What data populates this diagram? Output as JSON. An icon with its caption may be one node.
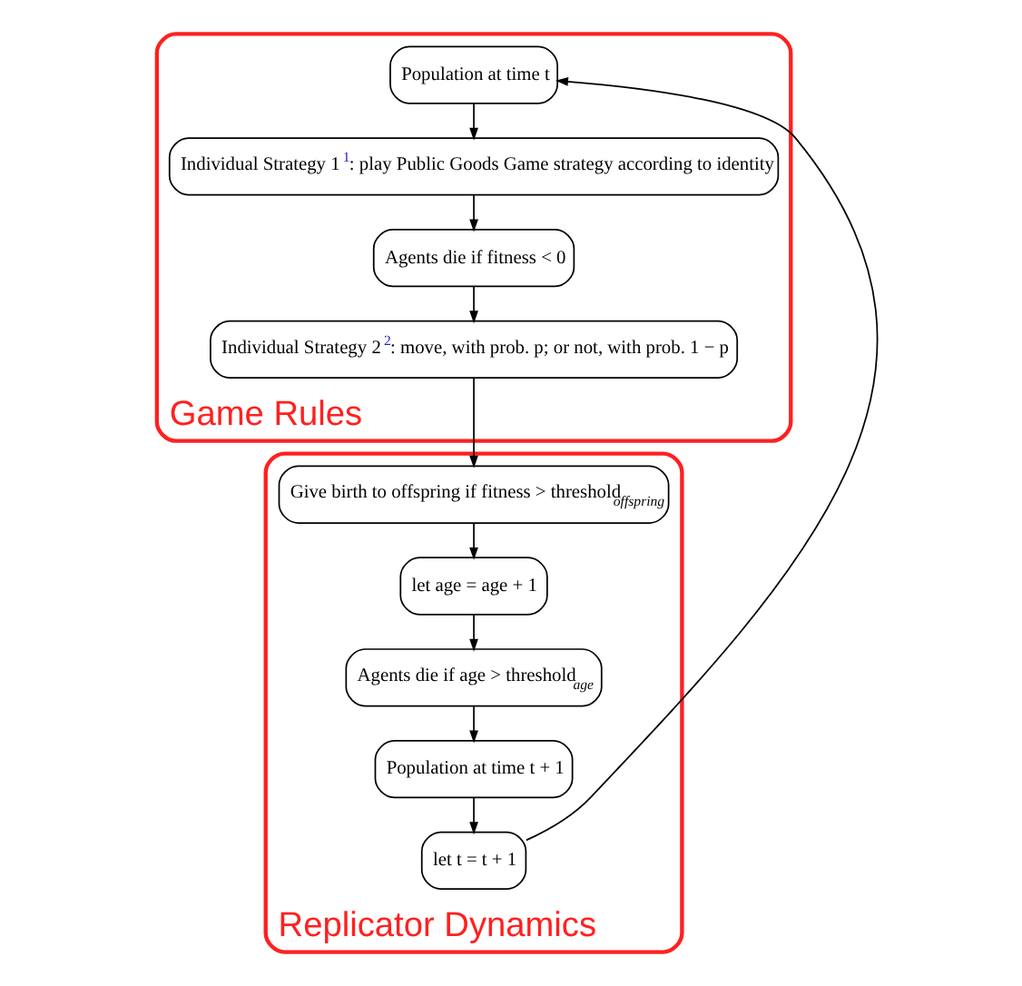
{
  "diagram": {
    "nodes": [
      {
        "text": [
          "Game Rules"
        ]
      },
      {
        "text": [
          "Population at time t"
        ],
        "in": 0
      },
      {
        "text": [
          "Individual Strategy 1 $^{1}$: play Public Goods Game strategy according to identity"
        ],
        "in": 0
      },
      {
        "text": [
          "Agents die if fitness < 0"
        ],
        "in": 0
      },
      {
        "text": [
          "Individual Strategy 2 $^{2}$: move, with prob. p; or not, with prob. 1 − p"
        ],
        "in": 0
      },
      {
        "text": [
          "Replicator Dynamics"
        ]
      },
      {
        "text": [
          "Give birth to offspring if fitness > threshold$_{offspring}$"
        ],
        "in": 5
      },
      {
        "text": [
          "let age = age + 1"
        ],
        "in": 5
      },
      {
        "text": [
          "Agents die if age > threshold$_{age}$"
        ],
        "in": 5
      },
      {
        "text": [
          "Population at time t + 1"
        ],
        "in": 5
      },
      {
        "text": [
          "let t = t + 1"
        ],
        "in": 5
      }
    ],
    "edges": [
      {
        "from": 1,
        "to": 2,
        "arrow": "to"
      },
      {
        "from": 2,
        "to": 3,
        "arrow": "to"
      },
      {
        "from": 3,
        "to": 4,
        "arrow": "to"
      },
      {
        "from": 4,
        "to": 6,
        "arrow": "to"
      },
      {
        "from": 6,
        "to": 7,
        "arrow": "to"
      },
      {
        "from": 7,
        "to": 8,
        "arrow": "to"
      },
      {
        "from": 8,
        "to": 9,
        "arrow": "to"
      },
      {
        "from": 9,
        "to": 10,
        "arrow": "to"
      },
      {
        "from": 10,
        "to": 1,
        "arrow": "to"
      }
    ]
  }
}
